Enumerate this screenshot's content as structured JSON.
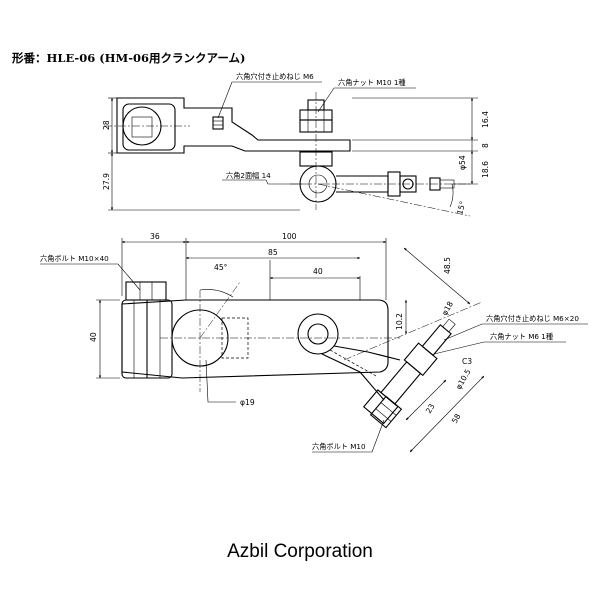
{
  "title": "形番：HLE-06 (HM-06用クランクアーム)",
  "company": "Azbil Corporation",
  "side_view": {
    "labels": {
      "set_screw": "六角穴付き止めねじ M6",
      "hex_nut": "六角ナット M10 1種",
      "hex_width": "六角2面幅 14"
    },
    "dims": {
      "height_28": "28",
      "height_27_9": "27.9",
      "d16_4": "16.4",
      "d8": "8",
      "d18_6": "18.6",
      "dia54": "φ54",
      "angle15": "15°"
    }
  },
  "top_view": {
    "labels": {
      "bolt_m10x40": "六角ボルト M10×40",
      "set_screw_m6x20": "六角穴付き止めねじ M6×20",
      "nut_m6": "六角ナット M6 1種",
      "bolt_m10": "六角ボルト M10"
    },
    "dims": {
      "d36": "36",
      "d100": "100",
      "d85": "85",
      "d40h": "40",
      "angle45": "45°",
      "d40v": "40",
      "d10_2": "10.2",
      "d48_5": "48.5",
      "dia18": "φ18",
      "c3": "C3",
      "dia10_5": "φ10.5",
      "d23": "23",
      "d58": "58",
      "dia19": "φ19"
    }
  }
}
